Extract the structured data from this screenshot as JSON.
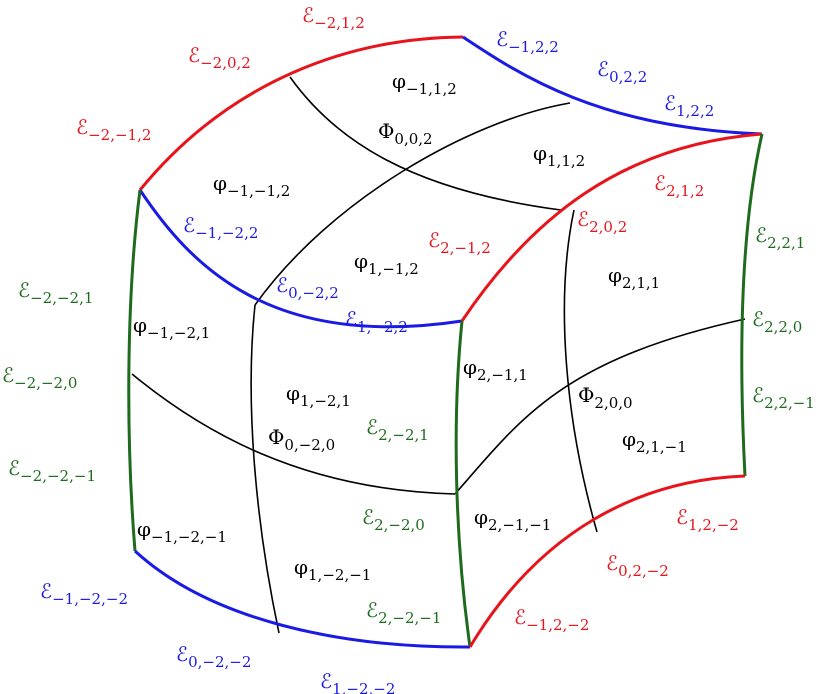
{
  "colors": {
    "red": "#e8141c",
    "blue": "#1a1ae6",
    "green": "#1e6b1e",
    "black": "#000000"
  },
  "edge_labels": [
    {
      "id": "e-m2-1-2",
      "base": "ℰ",
      "sub": "−2,1,2",
      "color": "red"
    },
    {
      "id": "e-m2-0-2",
      "base": "ℰ",
      "sub": "−2,0,2",
      "color": "red"
    },
    {
      "id": "e-m2-m1-2",
      "base": "ℰ",
      "sub": "−2,−1,2",
      "color": "red"
    },
    {
      "id": "e-m1-2-2",
      "base": "ℰ",
      "sub": "−1,2,2",
      "color": "blue"
    },
    {
      "id": "e-0-2-2",
      "base": "ℰ",
      "sub": "0,2,2",
      "color": "blue"
    },
    {
      "id": "e-1-2-2",
      "base": "ℰ",
      "sub": "1,2,2",
      "color": "blue"
    },
    {
      "id": "e-2-1-2",
      "base": "ℰ",
      "sub": "2,1,2",
      "color": "red"
    },
    {
      "id": "e-2-0-2",
      "base": "ℰ",
      "sub": "2,0,2",
      "color": "red"
    },
    {
      "id": "e-2-m1-2",
      "base": "ℰ",
      "sub": "2,−1,2",
      "color": "red"
    },
    {
      "id": "e-m1-m2-2",
      "base": "ℰ",
      "sub": "−1,−2,2",
      "color": "blue"
    },
    {
      "id": "e-0-m2-2",
      "base": "ℰ",
      "sub": "0,−2,2",
      "color": "blue"
    },
    {
      "id": "e-1-m2-2",
      "base": "ℰ",
      "sub": "1,−2,2",
      "color": "blue"
    },
    {
      "id": "e-2-2-1",
      "base": "ℰ",
      "sub": "2,2,1",
      "color": "green"
    },
    {
      "id": "e-2-2-0",
      "base": "ℰ",
      "sub": "2,2,0",
      "color": "green"
    },
    {
      "id": "e-2-2-m1",
      "base": "ℰ",
      "sub": "2,2,−1",
      "color": "green"
    },
    {
      "id": "e-m2-m2-1",
      "base": "ℰ",
      "sub": "−2,−2,1",
      "color": "green"
    },
    {
      "id": "e-m2-m2-0",
      "base": "ℰ",
      "sub": "−2,−2,0",
      "color": "green"
    },
    {
      "id": "e-m2-m2-m1",
      "base": "ℰ",
      "sub": "−2,−2,−1",
      "color": "green"
    },
    {
      "id": "e-2-m2-1",
      "base": "ℰ",
      "sub": "2,−2,1",
      "color": "green"
    },
    {
      "id": "e-2-m2-0",
      "base": "ℰ",
      "sub": "2,−2,0",
      "color": "green"
    },
    {
      "id": "e-2-m2-m1",
      "base": "ℰ",
      "sub": "2,−2,−1",
      "color": "green"
    },
    {
      "id": "e-m1-m2-m2",
      "base": "ℰ",
      "sub": "−1,−2,−2",
      "color": "blue"
    },
    {
      "id": "e-0-m2-m2",
      "base": "ℰ",
      "sub": "0,−2,−2",
      "color": "blue"
    },
    {
      "id": "e-1-m2-m2",
      "base": "ℰ",
      "sub": "1,−2,−2",
      "color": "blue"
    },
    {
      "id": "e-1-2-m2",
      "base": "ℰ",
      "sub": "1,2,−2",
      "color": "red"
    },
    {
      "id": "e-0-2-m2",
      "base": "ℰ",
      "sub": "0,2,−2",
      "color": "red"
    },
    {
      "id": "e-m1-2-m2",
      "base": "ℰ",
      "sub": "−1,2,−2",
      "color": "red"
    }
  ],
  "face_labels": [
    {
      "id": "f-m1-1-2",
      "base": "φ",
      "sub": "−1,1,2",
      "color": "black"
    },
    {
      "id": "F-0-0-2",
      "base": "Φ",
      "sub": "0,0,2",
      "color": "black"
    },
    {
      "id": "f-1-1-2",
      "base": "φ",
      "sub": "1,1,2",
      "color": "black"
    },
    {
      "id": "f-m1-m1-2",
      "base": "φ",
      "sub": "−1,−1,2",
      "color": "black"
    },
    {
      "id": "f-1-m1-2",
      "base": "φ",
      "sub": "1,−1,2",
      "color": "black"
    },
    {
      "id": "f-2-1-1",
      "base": "φ",
      "sub": "2,1,1",
      "color": "black"
    },
    {
      "id": "f-m1-m2-1",
      "base": "φ",
      "sub": "−1,−2,1",
      "color": "black"
    },
    {
      "id": "f-2-m1-1",
      "base": "φ",
      "sub": "2,−1,1",
      "color": "black"
    },
    {
      "id": "f-1-m2-1",
      "base": "φ",
      "sub": "1,−2,1",
      "color": "black"
    },
    {
      "id": "F-2-0-0",
      "base": "Φ",
      "sub": "2,0,0",
      "color": "black"
    },
    {
      "id": "F-0-m2-0",
      "base": "Φ",
      "sub": "0,−2,0",
      "color": "black"
    },
    {
      "id": "f-2-1-m1",
      "base": "φ",
      "sub": "2,1,−1",
      "color": "black"
    },
    {
      "id": "f-m1-m2-m1",
      "base": "φ",
      "sub": "−1,−2,−1",
      "color": "black"
    },
    {
      "id": "f-2-m1-m1",
      "base": "φ",
      "sub": "2,−1,−1",
      "color": "black"
    },
    {
      "id": "f-1-m2-m1",
      "base": "φ",
      "sub": "1,−2,−1",
      "color": "black"
    }
  ]
}
